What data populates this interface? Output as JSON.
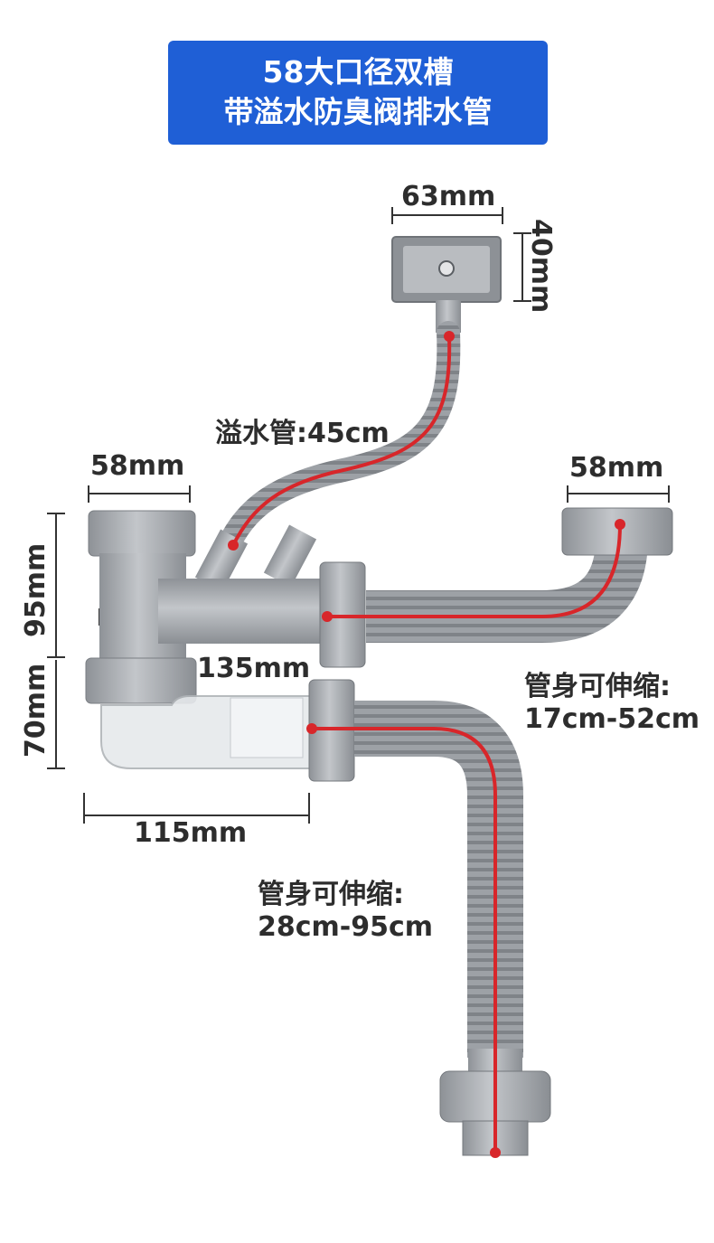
{
  "title": {
    "line1": "58大口径双槽",
    "line2": "带溢水防臭阀排水管"
  },
  "dimensions": {
    "overflow_head_width": "63mm",
    "overflow_head_height": "40mm",
    "overflow_hose_length": "溢水管:45cm",
    "left_inlet_width": "58mm",
    "right_inlet_width": "58mm",
    "upper_body_height": "95mm",
    "lower_body_height": "70mm",
    "tee_width": "135mm",
    "trap_width": "115mm"
  },
  "hoses": {
    "upper_label": "管身可伸缩:",
    "upper_range": "17cm-52cm",
    "lower_label": "管身可伸缩:",
    "lower_range": "28cm-95cm"
  },
  "colors": {
    "banner": "#1f5fd6",
    "pipe_gray": "#9a9ea3",
    "flow_line": "#d8262a",
    "text": "#2d2d2d"
  }
}
